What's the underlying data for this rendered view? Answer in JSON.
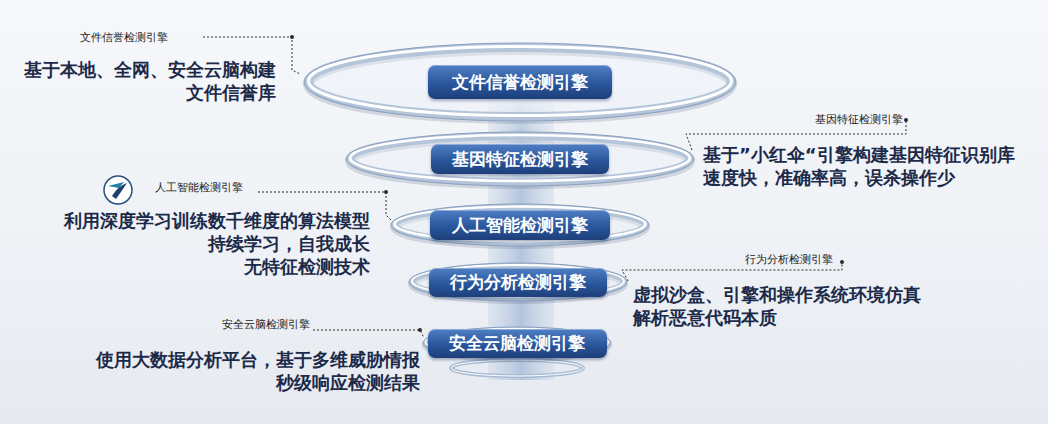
{
  "diagram": {
    "nodes": [
      {
        "text": [
          "文件信誉检测引擎"
        ]
      },
      {
        "text": [
          "基因特征检测引擎"
        ]
      },
      {
        "text": [
          "人工智能检测引擎"
        ]
      },
      {
        "text": [
          "行为分析检测引擎"
        ]
      },
      {
        "text": [
          "安全云脑检测引擎"
        ]
      }
    ],
    "labels": [
      "文件信誉检测引擎",
      "基于本地、全网、安全云脑构建 文件信誉库",
      "基因特征检测引擎",
      "基于”小红伞“引擎构建基因特征识别库 速度快，准确率高，误杀操作少",
      "人工智能检测引擎",
      "利用深度学习训练数千维度的算法模型 持续学习，自我成长 无特征检测技术",
      "行为分析检测引擎",
      "虚拟沙盒、引擎和操作系统环境仿真 解析恶意代码本质",
      "安全云脑检测引擎",
      "使用大数据分析平台，基于多维威胁情报 秒级响应检测结果"
    ]
  }
}
